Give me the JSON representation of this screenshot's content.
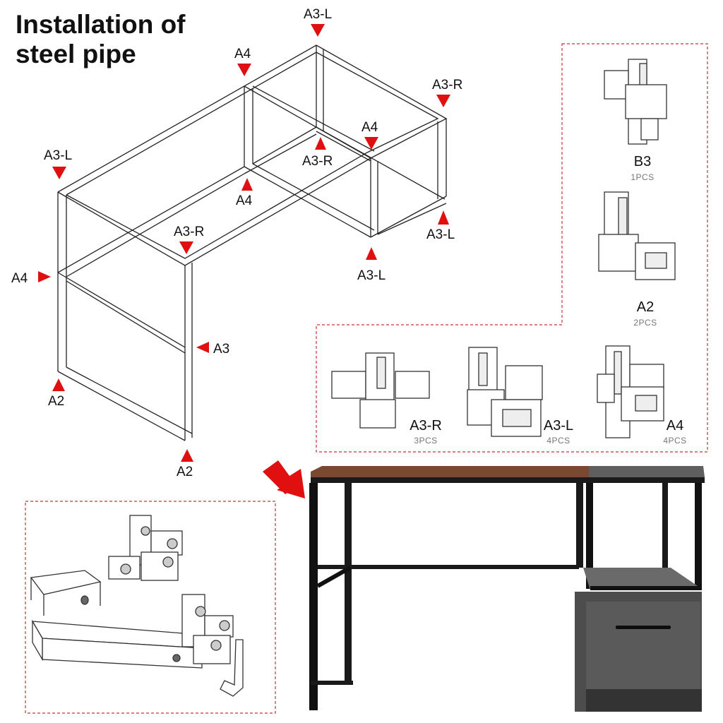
{
  "title": {
    "line1": "Installation of",
    "line2": "steel pipe"
  },
  "frame_labels": [
    "A3-L",
    "A4",
    "A3-R",
    "A4",
    "A3-L",
    "A3-R",
    "A4",
    "A3-R",
    "A3-L",
    "A3-L",
    "A4",
    "A3",
    "A2",
    "A2"
  ],
  "parts": [
    {
      "name": "B3",
      "qty": "1PCS"
    },
    {
      "name": "A2",
      "qty": "2PCS"
    },
    {
      "name": "A3-R",
      "qty": "3PCS"
    },
    {
      "name": "A3-L",
      "qty": "4PCS"
    },
    {
      "name": "A4",
      "qty": "4PCS"
    }
  ],
  "colors": {
    "marker": "#e01010",
    "dashed_border": "#d03030",
    "wood_top": "#7a4a30",
    "stone": "#5a5a5a",
    "frame": "#111111"
  }
}
